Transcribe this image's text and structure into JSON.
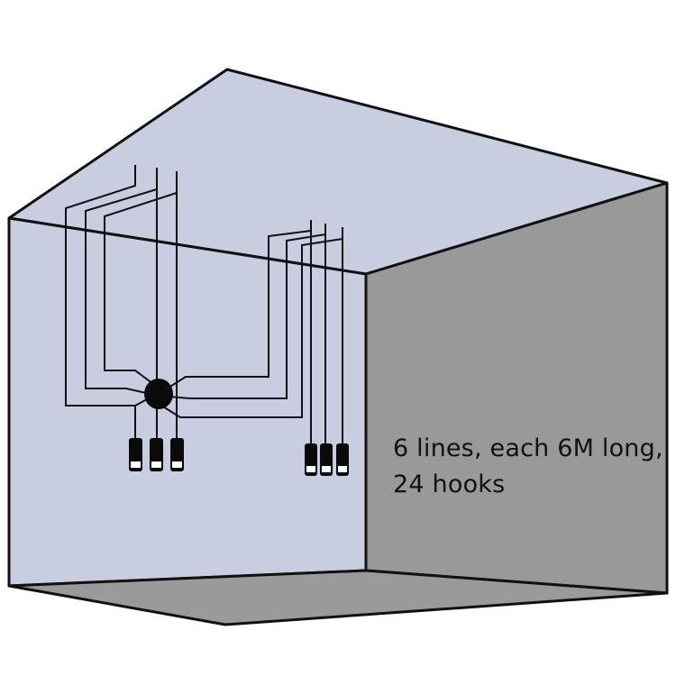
{
  "diagram": {
    "caption": {
      "line1": "6 lines, each 6M long,",
      "line2": "24 hooks"
    },
    "colors": {
      "ceiling": "#c9cde0",
      "back_wall": "#c9cde0",
      "right_wall": "#999999",
      "floor": "#9a9a9a",
      "edges": "#111111",
      "wires": "#111111",
      "lamp_body": "#0a0a0a",
      "lamp_band": "#ffffff"
    },
    "counts": {
      "lines": 6,
      "hooks": 24,
      "lamps_left_group": 3,
      "lamps_right_group": 3
    },
    "icons": {
      "canopy": "round-canopy-icon",
      "lamp": "pendant-lamp-icon"
    }
  }
}
